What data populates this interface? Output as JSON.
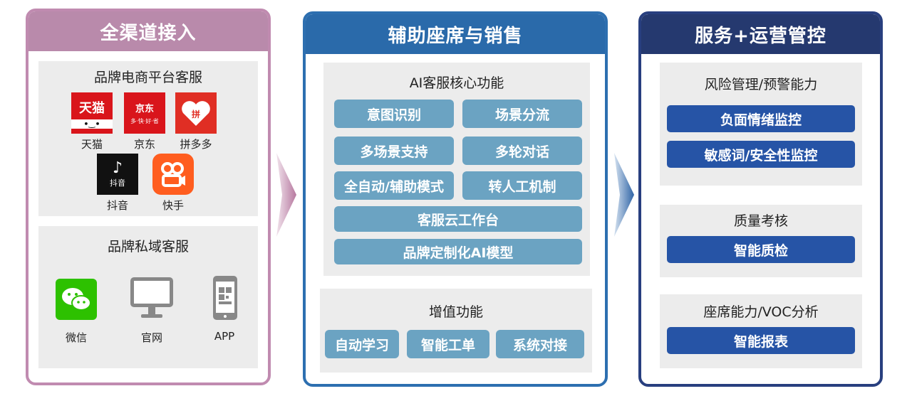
{
  "columns": {
    "c1": {
      "title": "全渠道接入",
      "ecommerce": {
        "title": "品牌电商平台客服",
        "platforms": [
          {
            "label": "天猫",
            "logo_text": "天猫"
          },
          {
            "label": "京东",
            "logo_text": "京东"
          },
          {
            "label": "拼多多",
            "logo_text": "拼"
          },
          {
            "label": "抖音",
            "logo_text": "抖音"
          },
          {
            "label": "快手",
            "logo_text": ""
          }
        ]
      },
      "private": {
        "title": "品牌私域客服",
        "channels": [
          {
            "label": "微信"
          },
          {
            "label": "官网"
          },
          {
            "label": "APP"
          }
        ]
      }
    },
    "c2": {
      "title": "辅助座席与销售",
      "core": {
        "title": "AI客服核心功能",
        "items": [
          "意图识别",
          "场景分流",
          "多场景支持",
          "多轮对话",
          "全自动/辅助模式",
          "转人工机制",
          "客服云工作台",
          "品牌定制化AI模型"
        ]
      },
      "value": {
        "title": "增值功能",
        "items": [
          "自动学习",
          "智能工单",
          "系统对接"
        ]
      }
    },
    "c3": {
      "title": "服务+运营管控",
      "risk": {
        "title": "风险管理/预警能力",
        "items": [
          "负面情绪监控",
          "敏感词/安全性监控"
        ]
      },
      "quality": {
        "title": "质量考核",
        "items": [
          "智能质检"
        ]
      },
      "seat": {
        "title": "座席能力/VOC分析",
        "items": [
          "智能报表"
        ]
      }
    }
  },
  "colors": {
    "col1_accent": "#b98aab",
    "col2_accent": "#2a6aaa",
    "col3_accent": "#25396f",
    "light_button": "#6ba3c2",
    "dark_button": "#2654a6"
  }
}
